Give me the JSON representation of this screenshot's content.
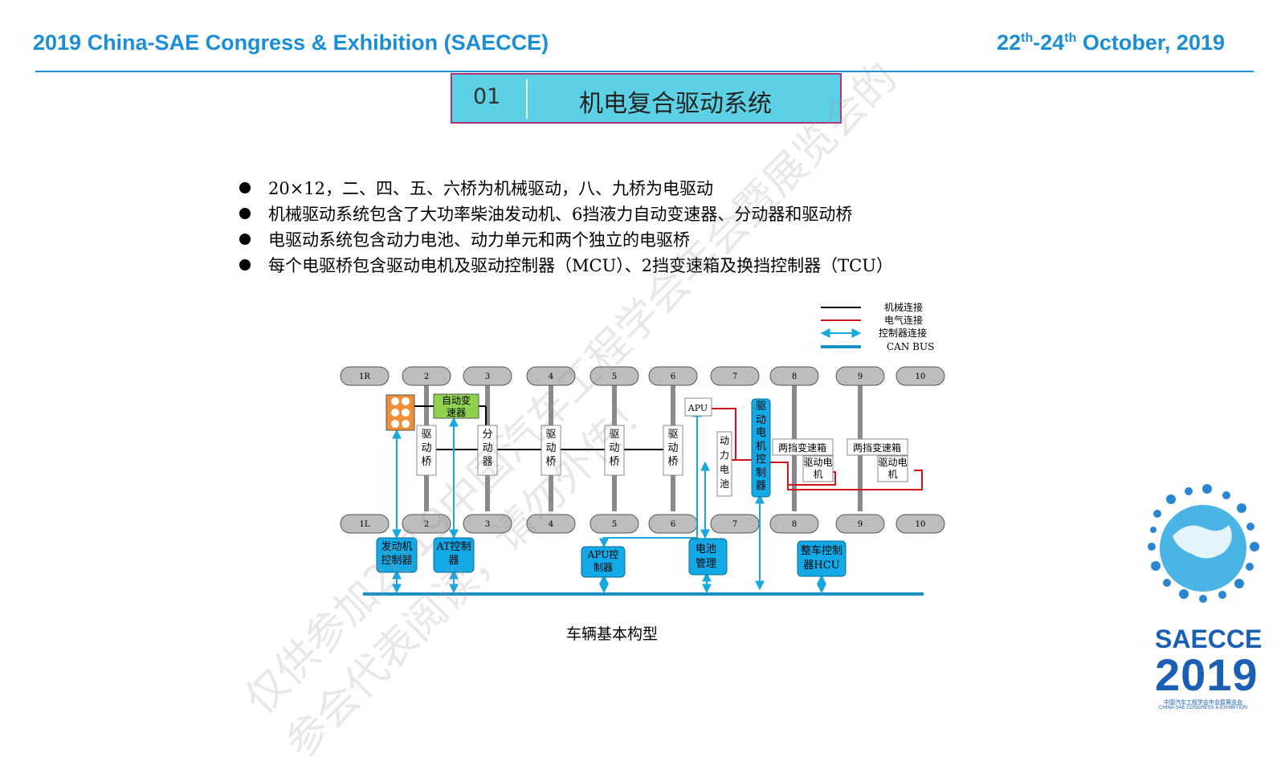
{
  "header": {
    "left_title": "2019 China-SAE Congress & Exhibition (SAECCE)",
    "date_d1": "22",
    "date_sup1": "th",
    "date_mid": "-24",
    "date_sup2": "th",
    "date_rest": " October, 2019"
  },
  "section": {
    "number": "01",
    "title": "机电复合驱动系统"
  },
  "bullets": [
    "20×12，二、四、五、六桥为机械驱动，八、九桥为电驱动",
    "机械驱动系统包含了大功率柴油发动机、6挡液力自动变速器、分动器和驱动桥",
    "电驱动系统包含动力电池、动力单元和两个独立的电驱桥",
    "每个电驱桥包含驱动电机及驱动控制器（MCU）、2挡变速箱及换挡控制器（TCU）"
  ],
  "legend": [
    {
      "label": "机械连接",
      "color": "#000000"
    },
    {
      "label": "电气连接",
      "color": "#d0121b"
    },
    {
      "label": "控制器连接",
      "color": "#19a7e0"
    },
    {
      "label": "CAN BUS",
      "color": "#1a90c4"
    }
  ],
  "wheels_top": [
    "1R",
    "2",
    "3",
    "4",
    "5",
    "6",
    "7",
    "8",
    "9",
    "10"
  ],
  "wheels_bottom": [
    "1L",
    "2",
    "3",
    "4",
    "5",
    "6",
    "7",
    "8",
    "9",
    "10"
  ],
  "components": {
    "at_gearbox": "自动变速器",
    "drive_axle": "驱动桥",
    "transfer_case": "分动器",
    "apu": "APU",
    "battery": "动力电池",
    "motor_controller": "驱动电机控制器",
    "two_speed_gearbox": "两挡变速箱",
    "drive_motor": "驱动电机"
  },
  "controllers": {
    "engine_ctrl": "发动机控制器",
    "at_ctrl": "AT控制器",
    "apu_ctrl": "APU控制器",
    "bms": "电池管理",
    "hcu": "整车控制器HCU"
  },
  "caption": "车辆基本构型",
  "watermark": {
    "line1": "仅供参加2019中国汽车工程学会年会暨展览会的",
    "line2": "参会代表阅读，请勿外传！"
  },
  "logo": {
    "brand": "SAECCE",
    "year": "2019",
    "cn_sub": "中国汽车工程学会年会暨展览会",
    "en_sub": "CHINA-SAE CONGRESS & EXHIBITION"
  },
  "colors": {
    "accent": "#1a8fd6",
    "title_fill": "#5cd1e6",
    "title_border": "#b0337a",
    "controller_fill": "#13a9e6",
    "gearbox_fill": "#8ed14f",
    "wheel_fill": "#bdbdbd"
  }
}
